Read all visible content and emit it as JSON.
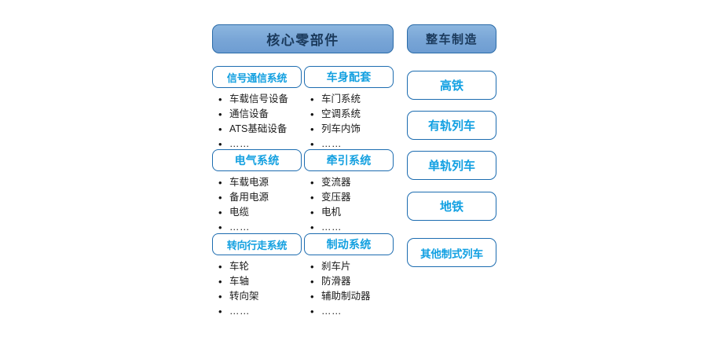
{
  "diagram": {
    "title_core": "核心零部件",
    "title_vehicle": "整车制造",
    "colors": {
      "header_fill": "#78A5D6",
      "header_border": "#2A6BA8",
      "header_text": "#1B3A5C",
      "box_border": "#1C6CB0",
      "box_text": "#13A0E0",
      "list_text": "#1a1a1a",
      "background": "#ffffff"
    },
    "bullet_glyph": "•",
    "groups": [
      {
        "id": "signal-communication",
        "title": "信号通信系统",
        "items": [
          "车载信号设备",
          "通信设备",
          "ATS基础设备",
          "……"
        ]
      },
      {
        "id": "body-supporting",
        "title": "车身配套",
        "items": [
          "车门系统",
          "空调系统",
          "列车内饰",
          "……"
        ]
      },
      {
        "id": "electrical",
        "title": "电气系统",
        "items": [
          "车载电源",
          "备用电源",
          "电缆",
          "……"
        ]
      },
      {
        "id": "traction",
        "title": "牵引系统",
        "items": [
          "变流器",
          "变压器",
          "电机",
          "……"
        ]
      },
      {
        "id": "steering-running",
        "title": "转向行走系统",
        "items": [
          "车轮",
          "车轴",
          "转向架",
          "……"
        ]
      },
      {
        "id": "braking",
        "title": "制动系统",
        "items": [
          "刹车片",
          "防滑器",
          "辅助制动器",
          "……"
        ]
      }
    ],
    "categories": [
      {
        "id": "high-speed-rail",
        "label": "高铁"
      },
      {
        "id": "tram",
        "label": "有轨列车"
      },
      {
        "id": "monorail",
        "label": "单轨列车"
      },
      {
        "id": "subway",
        "label": "地铁"
      },
      {
        "id": "other-trains",
        "label": "其他制式列车"
      }
    ]
  }
}
